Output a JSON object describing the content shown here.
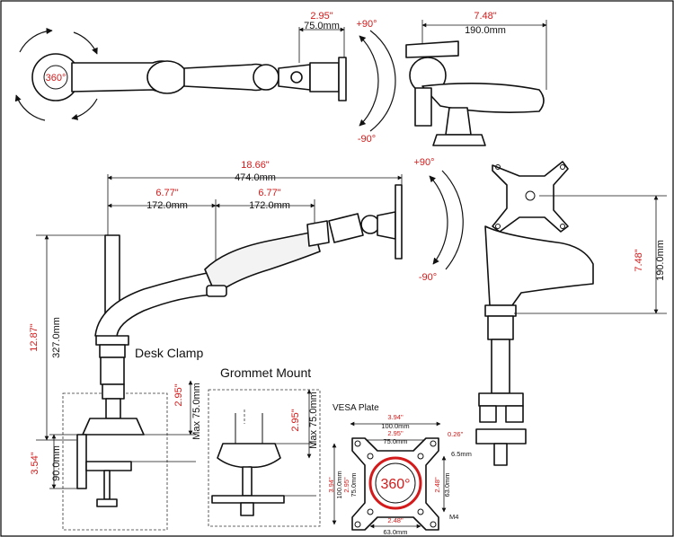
{
  "top_view": {
    "rotation_label": "360°",
    "depth_in": "2.95\"",
    "depth_mm": "75.0mm",
    "tilt_up": "+90°",
    "tilt_down": "-90°"
  },
  "side_view_top": {
    "width_in": "7.48\"",
    "width_mm": "190.0mm"
  },
  "main_side_view": {
    "total_reach_in": "18.66\"",
    "total_reach_mm": "474.0mm",
    "arm1_in": "6.77\"",
    "arm1_mm": "172.0mm",
    "arm2_in": "6.77\"",
    "arm2_mm": "172.0mm",
    "tilt_up": "+90°",
    "tilt_down": "-90°",
    "pole_height_in": "12.87\"",
    "pole_height_mm": "327.0mm"
  },
  "front_view": {
    "height_in": "7.48\"",
    "height_mm": "190.0mm"
  },
  "desk_clamp": {
    "title": "Desk Clamp",
    "max_in": "2.95\"",
    "max_mm": "Max 75.0mm",
    "clamp_in": "3.54\"",
    "clamp_mm": "90.0mm"
  },
  "grommet_mount": {
    "title": "Grommet Mount",
    "max_in": "2.95\"",
    "max_mm": "Max 75.0mm"
  },
  "vesa_plate": {
    "title": "VESA Plate",
    "top_w1_in": "3.94\"",
    "top_w1_mm": "100.0mm",
    "top_w2_in": "2.95\"",
    "top_w2_mm": "75.0mm",
    "corner_in": "0.26\"",
    "corner_mm": "6.5mm",
    "left_h1_in": "3.94\"",
    "left_h1_mm": "100.0mm",
    "left_h2_in": "2.95\"",
    "left_h2_mm": "75.0mm",
    "right_h_in": "2.48\"",
    "right_h_mm": "63.0mm",
    "bottom_w_in": "2.48\"",
    "bottom_w_mm": "63.0mm",
    "screw": "M4",
    "rotation": "360°"
  },
  "colors": {
    "dimension_red": "#d41a1a",
    "line": "#111111"
  }
}
